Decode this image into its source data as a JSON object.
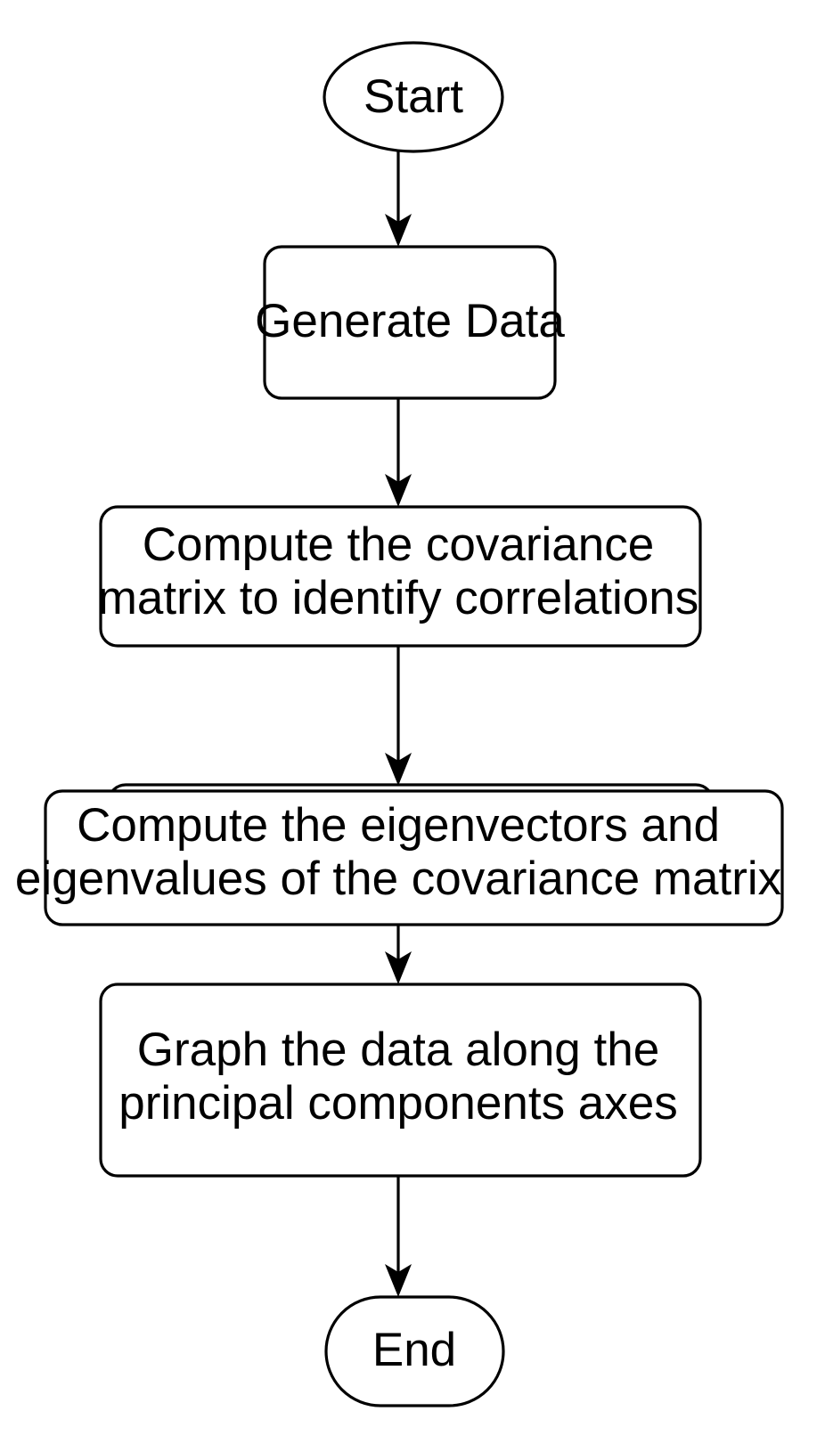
{
  "diagram": {
    "title": "PCA Procedure Flowchart",
    "type": "flowchart",
    "orientation": "top-to-bottom",
    "background_color": "#ffffff",
    "stroke_color": "#000000",
    "fill_color": "#ffffff"
  },
  "nodes": [
    {
      "id": "start",
      "shape": "ellipse",
      "label": "Start",
      "lines": [
        "Start"
      ]
    },
    {
      "id": "generate-data",
      "shape": "rounded-rectangle",
      "label": "Generate Data",
      "lines": [
        "Generate Data"
      ]
    },
    {
      "id": "compute-covariance",
      "shape": "rounded-rectangle",
      "label": "Compute the covariance matrix to identify correlations",
      "lines": [
        "Compute the covariance",
        "matrix to identify correlations"
      ]
    },
    {
      "id": "compute-eigen",
      "shape": "rounded-rectangle",
      "label": "Compute the eigenvectors and eigenvalues of the covariance matrix",
      "lines": [
        "Compute the eigenvectors and",
        "eigenvalues of the covariance matrix"
      ]
    },
    {
      "id": "graph-data",
      "shape": "rounded-rectangle",
      "label": "Graph the data along the principal components axes",
      "lines": [
        "Graph the data along the",
        "principal components axes"
      ]
    },
    {
      "id": "end",
      "shape": "stadium",
      "label": "End",
      "lines": [
        "End"
      ]
    }
  ],
  "edges": [
    {
      "id": "edge-start-generate",
      "from": "start",
      "to": "generate-data",
      "label": "",
      "arrowhead": "filled-barbed"
    },
    {
      "id": "edge-generate-cov",
      "from": "generate-data",
      "to": "compute-covariance",
      "label": "",
      "arrowhead": "filled-barbed"
    },
    {
      "id": "edge-cov-eigen",
      "from": "compute-covariance",
      "to": "compute-eigen",
      "label": "",
      "arrowhead": "filled-barbed"
    },
    {
      "id": "edge-eigen-graph",
      "from": "compute-eigen",
      "to": "graph-data",
      "label": "",
      "arrowhead": "filled-barbed"
    },
    {
      "id": "edge-graph-end",
      "from": "graph-data",
      "to": "end",
      "label": "",
      "arrowhead": "filled-barbed"
    }
  ]
}
